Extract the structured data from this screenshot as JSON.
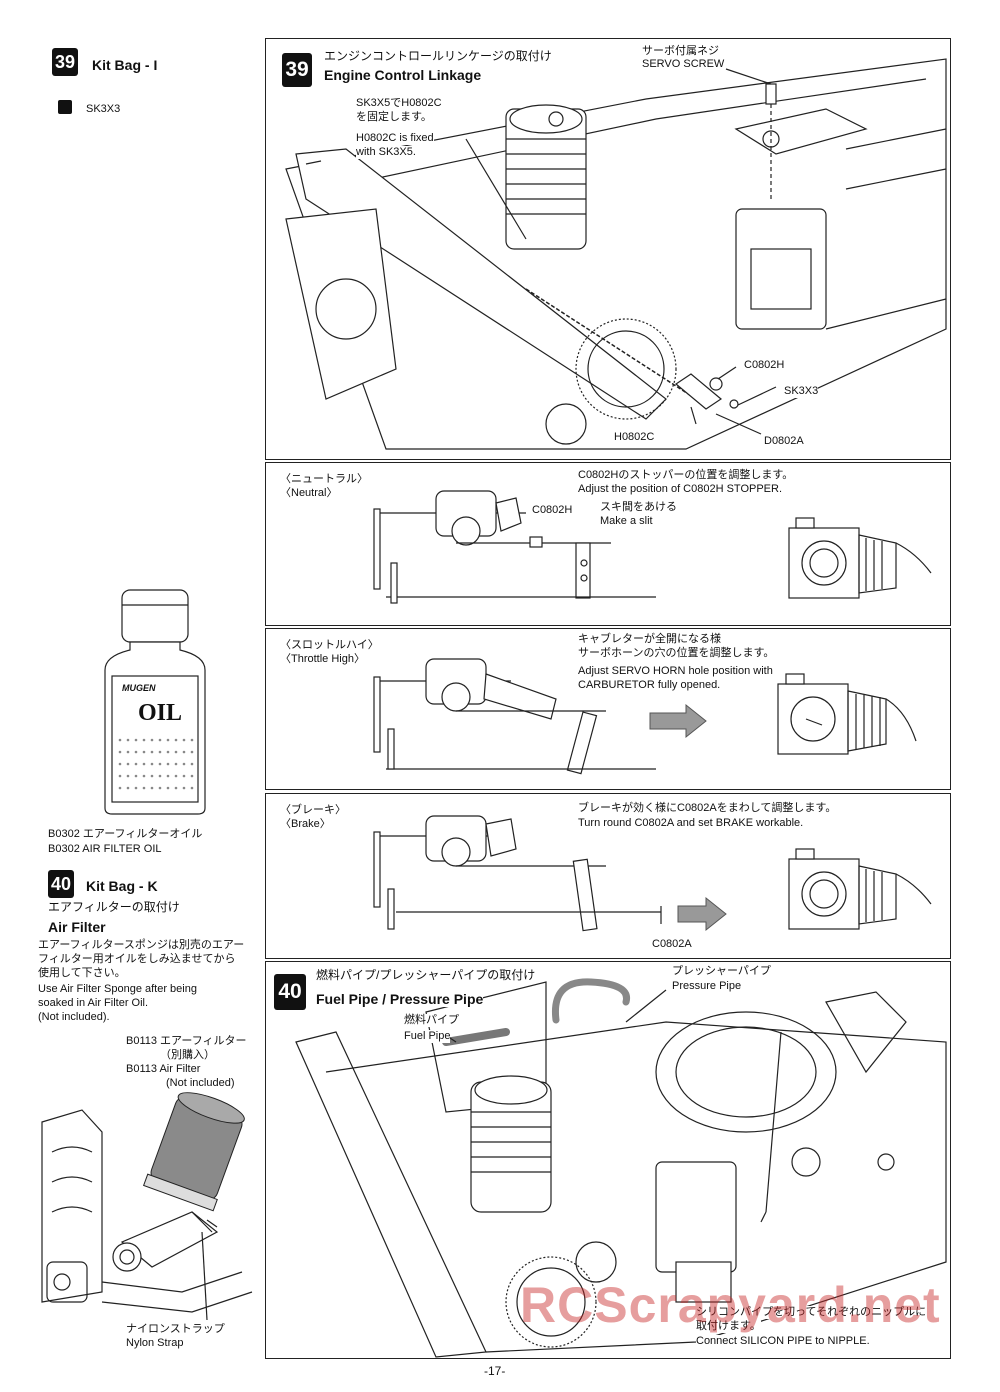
{
  "left": {
    "step39": {
      "num": "39",
      "kit": "Kit Bag - I",
      "part_icon": "screw-icon",
      "part": "SK3X3"
    },
    "oil": {
      "bottle_brand": "MUGEN",
      "bottle_word": "OIL",
      "line1": "B0302 エアーフィルターオイル",
      "line2": "B0302 AIR FILTER OIL"
    },
    "step40": {
      "num": "40",
      "kit": "Kit Bag - K",
      "jp_title": "エアフィルターの取付け",
      "en_title": "Air Filter",
      "jp_text1": "エアーフィルタースポンジは別売のエアー",
      "jp_text2": "フィルター用オイルをしみ込ませてから",
      "jp_text3": "使用して下さい。",
      "en_text1": "Use Air Filter Sponge after being",
      "en_text2": "soaked in Air Filter Oil.",
      "en_text3": "(Not included).",
      "part_jp1": "B0113 エアーフィルター",
      "part_jp2": "（別購入）",
      "part_en1": "B0113 Air Filter",
      "part_en2": "(Not included)",
      "strap_jp": "ナイロンストラップ",
      "strap_en": "Nylon Strap"
    }
  },
  "panel39": {
    "num": "39",
    "jp_title": "エンジンコントロールリンケージの取付け",
    "en_title": "Engine Control Linkage",
    "servo_jp": "サーボ付属ネジ",
    "servo_en": "SERVO SCREW",
    "fix_jp1": "SK3X5でH0802C",
    "fix_jp2": "を固定します。",
    "fix_en1": "H0802C is fixed",
    "fix_en2": "with SK3X5.",
    "c0802h": "C0802H",
    "sk3x3": "SK3X3",
    "h0802c": "H0802C",
    "d0802a": "D0802A"
  },
  "neutral": {
    "jp": "〈ニュートラル〉",
    "en": "〈Neutral〉",
    "inst_jp": "C0802Hのストッパーの位置を調整します。",
    "inst_en": "Adjust the position of C0802H STOPPER.",
    "part": "C0802H",
    "slit_jp": "スキ間をあける",
    "slit_en": "Make a slit"
  },
  "throttle": {
    "jp": "〈スロットルハイ〉",
    "en": "〈Throttle High〉",
    "inst_jp1": "キャブレターが全開になる様",
    "inst_jp2": "サーボホーンの穴の位置を調整します。",
    "inst_en1": "Adjust SERVO HORN hole position with",
    "inst_en2": "CARBURETOR fully opened."
  },
  "brake": {
    "jp": "〈ブレーキ〉",
    "en": "〈Brake〉",
    "inst_jp": "ブレーキが効く様にC0802Aをまわして調整します。",
    "inst_en": "Turn round C0802A and set BRAKE workable.",
    "part": "C0802A"
  },
  "panel40": {
    "num": "40",
    "jp_title": "燃料パイプ/プレッシャーパイプの取付け",
    "en_title": "Fuel Pipe / Pressure Pipe",
    "pressure_jp": "プレッシャーパイプ",
    "pressure_en": "Pressure Pipe",
    "fuel_jp": "燃料パイプ",
    "fuel_en": "Fuel Pipe",
    "note_jp1": "シリコンパイプを切ってそれぞれのニップルに",
    "note_jp2": "取付けます。",
    "note_en": "Connect SILICON PIPE to NIPPLE."
  },
  "page_number": "-17-",
  "watermark": "RCScrapyard.net"
}
